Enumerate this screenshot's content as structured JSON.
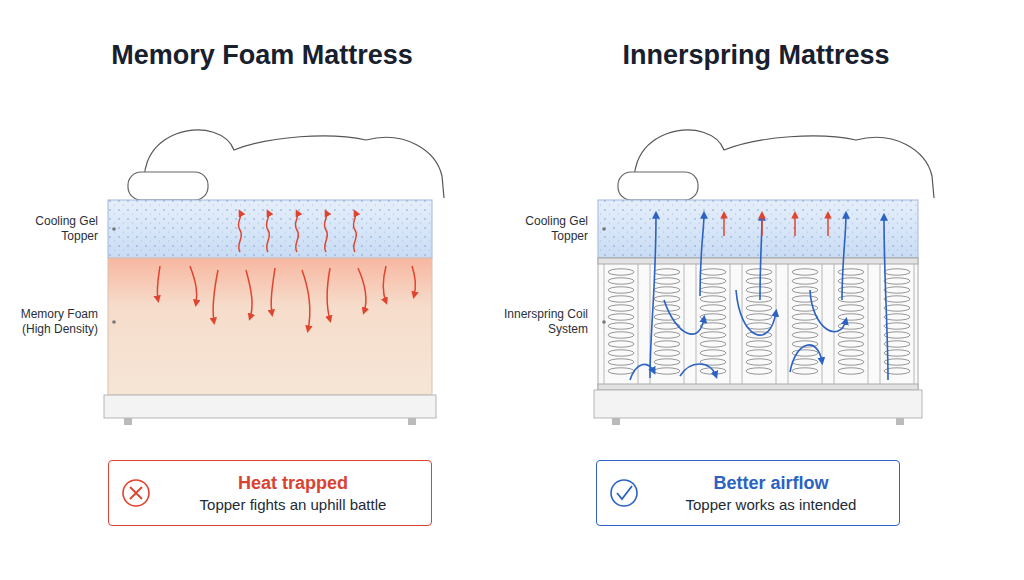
{
  "diagram": {
    "nodes": [
      {
        "text": [
          "Cooling Gel Topper"
        ]
      },
      {
        "text": [
          "Memory Foam (High Density)"
        ]
      },
      {
        "text": [
          "Cooling Gel Topper"
        ]
      },
      {
        "text": [
          "Innerspring Coil System"
        ]
      },
      {
        "text": [
          "Heat trapped",
          "Topper fights an uphill battle"
        ]
      },
      {
        "text": [
          "Better airflow",
          "Topper works as intended"
        ]
      }
    ],
    "labels": [
      "Memory Foam Mattress",
      "Innerspring Mattress"
    ]
  }
}
